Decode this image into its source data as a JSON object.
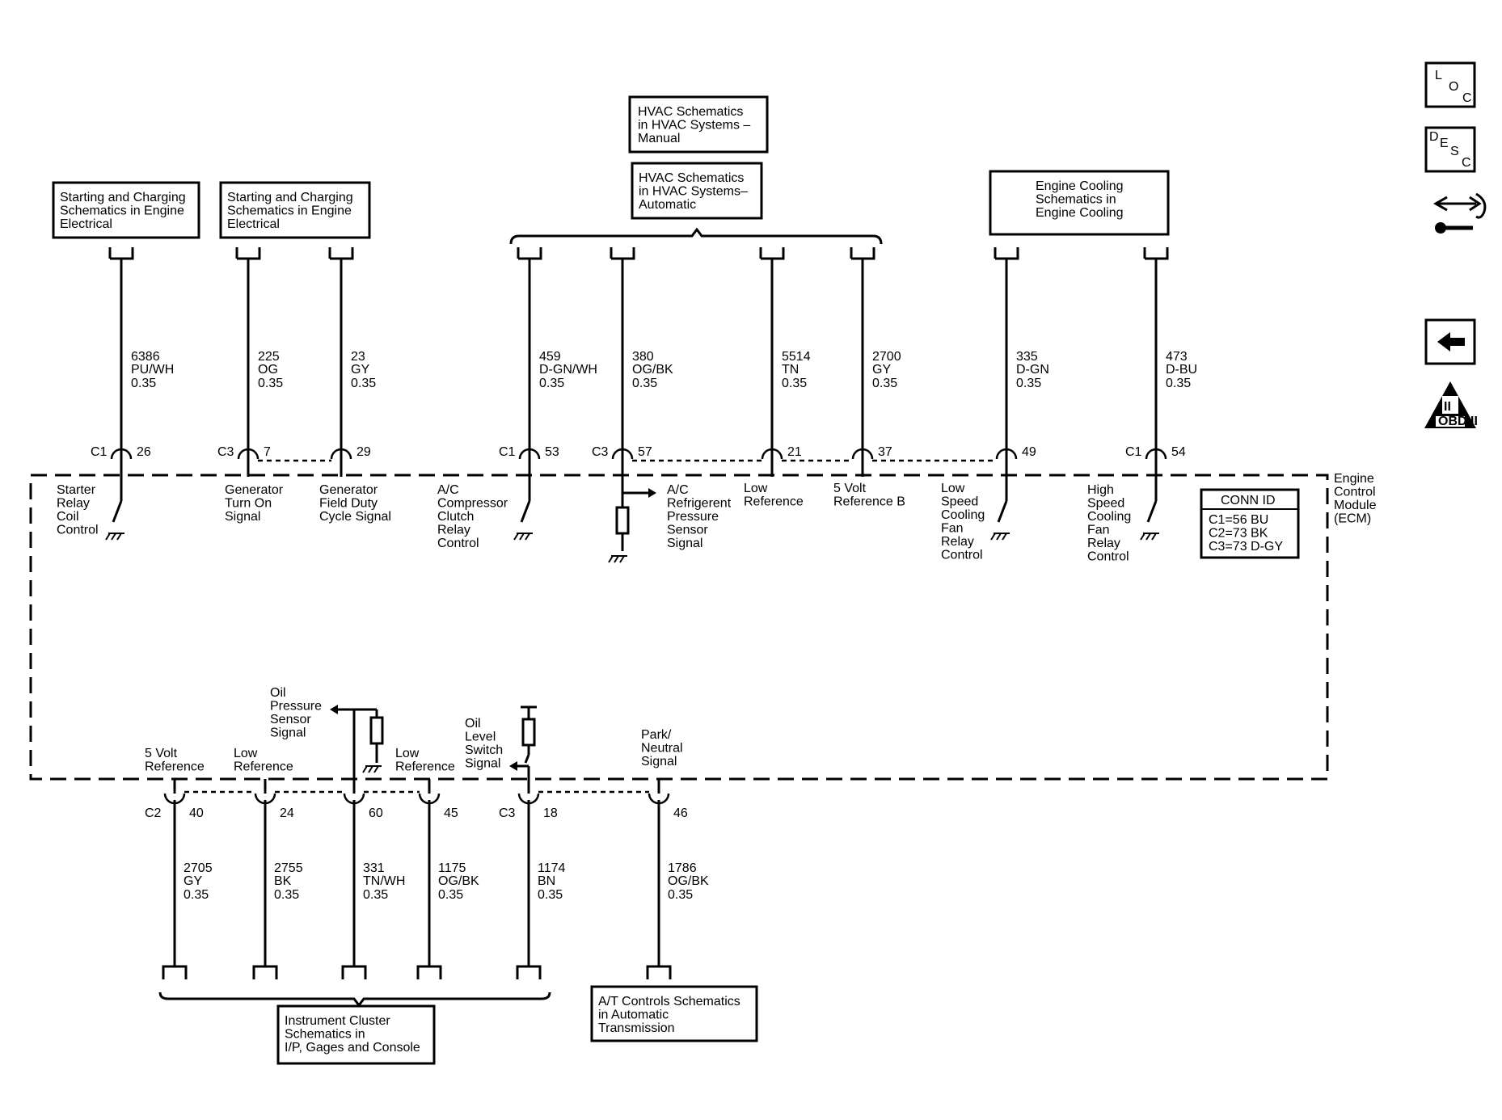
{
  "ecm": {
    "label_lines": [
      "Engine",
      "Control",
      "Module",
      "(ECM)"
    ]
  },
  "conn_id": {
    "title": "CONN ID",
    "lines": [
      "C1=56 BU",
      "C2=73 BK",
      "C3=73 D-GY"
    ]
  },
  "top_boxes": [
    {
      "id": "starting-charging-1",
      "lines": [
        "Starting and Charging",
        "Schematics in Engine",
        "Electrical"
      ]
    },
    {
      "id": "starting-charging-2",
      "lines": [
        "Starting and Charging",
        "Schematics in Engine",
        "Electrical"
      ]
    },
    {
      "id": "hvac-manual",
      "lines": [
        "HVAC Schematics",
        "in HVAC Systems –",
        "Manual"
      ]
    },
    {
      "id": "hvac-automatic",
      "lines": [
        "HVAC Schematics",
        "in HVAC Systems–",
        "Automatic"
      ]
    },
    {
      "id": "engine-cooling",
      "lines": [
        "Engine Cooling",
        "Schematics in",
        "Engine Cooling"
      ]
    }
  ],
  "bottom_boxes": [
    {
      "id": "instrument-cluster",
      "lines": [
        "Instrument Cluster",
        "Schematics in",
        "I/P, Gages and Console"
      ]
    },
    {
      "id": "at-controls",
      "lines": [
        "A/T Controls Schematics",
        "in Automatic",
        "Transmission"
      ]
    }
  ],
  "top_circuits": [
    {
      "conn": "C1",
      "pin": "26",
      "circuit": "6386",
      "color": "PU/WH",
      "gauge": "0.35",
      "function": [
        "Starter",
        "Relay",
        "Coil",
        "Control"
      ]
    },
    {
      "conn": "C3",
      "pin": "7",
      "circuit": "225",
      "color": "OG",
      "gauge": "0.35",
      "function": [
        "Generator",
        "Turn On",
        "Signal"
      ]
    },
    {
      "conn": "",
      "pin": "29",
      "circuit": "23",
      "color": "GY",
      "gauge": "0.35",
      "function": [
        "Generator",
        "Field Duty",
        "Cycle Signal"
      ]
    },
    {
      "conn": "C1",
      "pin": "53",
      "circuit": "459",
      "color": "D-GN/WH",
      "gauge": "0.35",
      "function": [
        "A/C",
        "Compressor",
        "Clutch",
        "Relay",
        "Control"
      ]
    },
    {
      "conn": "C3",
      "pin": "57",
      "circuit": "380",
      "color": "OG/BK",
      "gauge": "0.35",
      "function": [
        "A/C",
        "Refrigerent",
        "Pressure",
        "Sensor",
        "Signal"
      ]
    },
    {
      "conn": "",
      "pin": "21",
      "circuit": "5514",
      "color": "TN",
      "gauge": "0.35",
      "function": [
        "Low",
        "Reference"
      ]
    },
    {
      "conn": "",
      "pin": "37",
      "circuit": "2700",
      "color": "GY",
      "gauge": "0.35",
      "function": [
        "5 Volt",
        "Reference B"
      ]
    },
    {
      "conn": "",
      "pin": "49",
      "circuit": "335",
      "color": "D-GN",
      "gauge": "0.35",
      "function": [
        "Low",
        "Speed",
        "Cooling",
        "Fan",
        "Relay",
        "Control"
      ]
    },
    {
      "conn": "C1",
      "pin": "54",
      "circuit": "473",
      "color": "D-BU",
      "gauge": "0.35",
      "function": [
        "High",
        "Speed",
        "Cooling",
        "Fan",
        "Relay",
        "Control"
      ]
    }
  ],
  "bottom_circuits": [
    {
      "conn": "C2",
      "pin": "40",
      "circuit": "2705",
      "color": "GY",
      "gauge": "0.35",
      "function": [
        "5 Volt",
        "Reference"
      ]
    },
    {
      "conn": "",
      "pin": "24",
      "circuit": "2755",
      "color": "BK",
      "gauge": "0.35",
      "function": [
        "Low",
        "Reference"
      ]
    },
    {
      "conn": "",
      "pin": "60",
      "circuit": "331",
      "color": "TN/WH",
      "gauge": "0.35",
      "function": [
        "Oil",
        "Pressure",
        "Sensor",
        "Signal"
      ]
    },
    {
      "conn": "",
      "pin": "45",
      "circuit": "1175",
      "color": "OG/BK",
      "gauge": "0.35",
      "function": [
        "Low",
        "Reference"
      ]
    },
    {
      "conn": "C3",
      "pin": "18",
      "circuit": "1174",
      "color": "BN",
      "gauge": "0.35",
      "function": [
        "Oil",
        "Level",
        "Switch",
        "Signal"
      ]
    },
    {
      "conn": "",
      "pin": "46",
      "circuit": "1786",
      "color": "OG/BK",
      "gauge": "0.35",
      "function": [
        "Park/",
        "Neutral",
        "Signal"
      ]
    }
  ],
  "nav": {
    "loc": [
      "L",
      "O",
      "C"
    ],
    "desc": [
      "D",
      "E",
      "S",
      "C"
    ],
    "obd_numeral": "II",
    "obd_label": "OBD II"
  }
}
